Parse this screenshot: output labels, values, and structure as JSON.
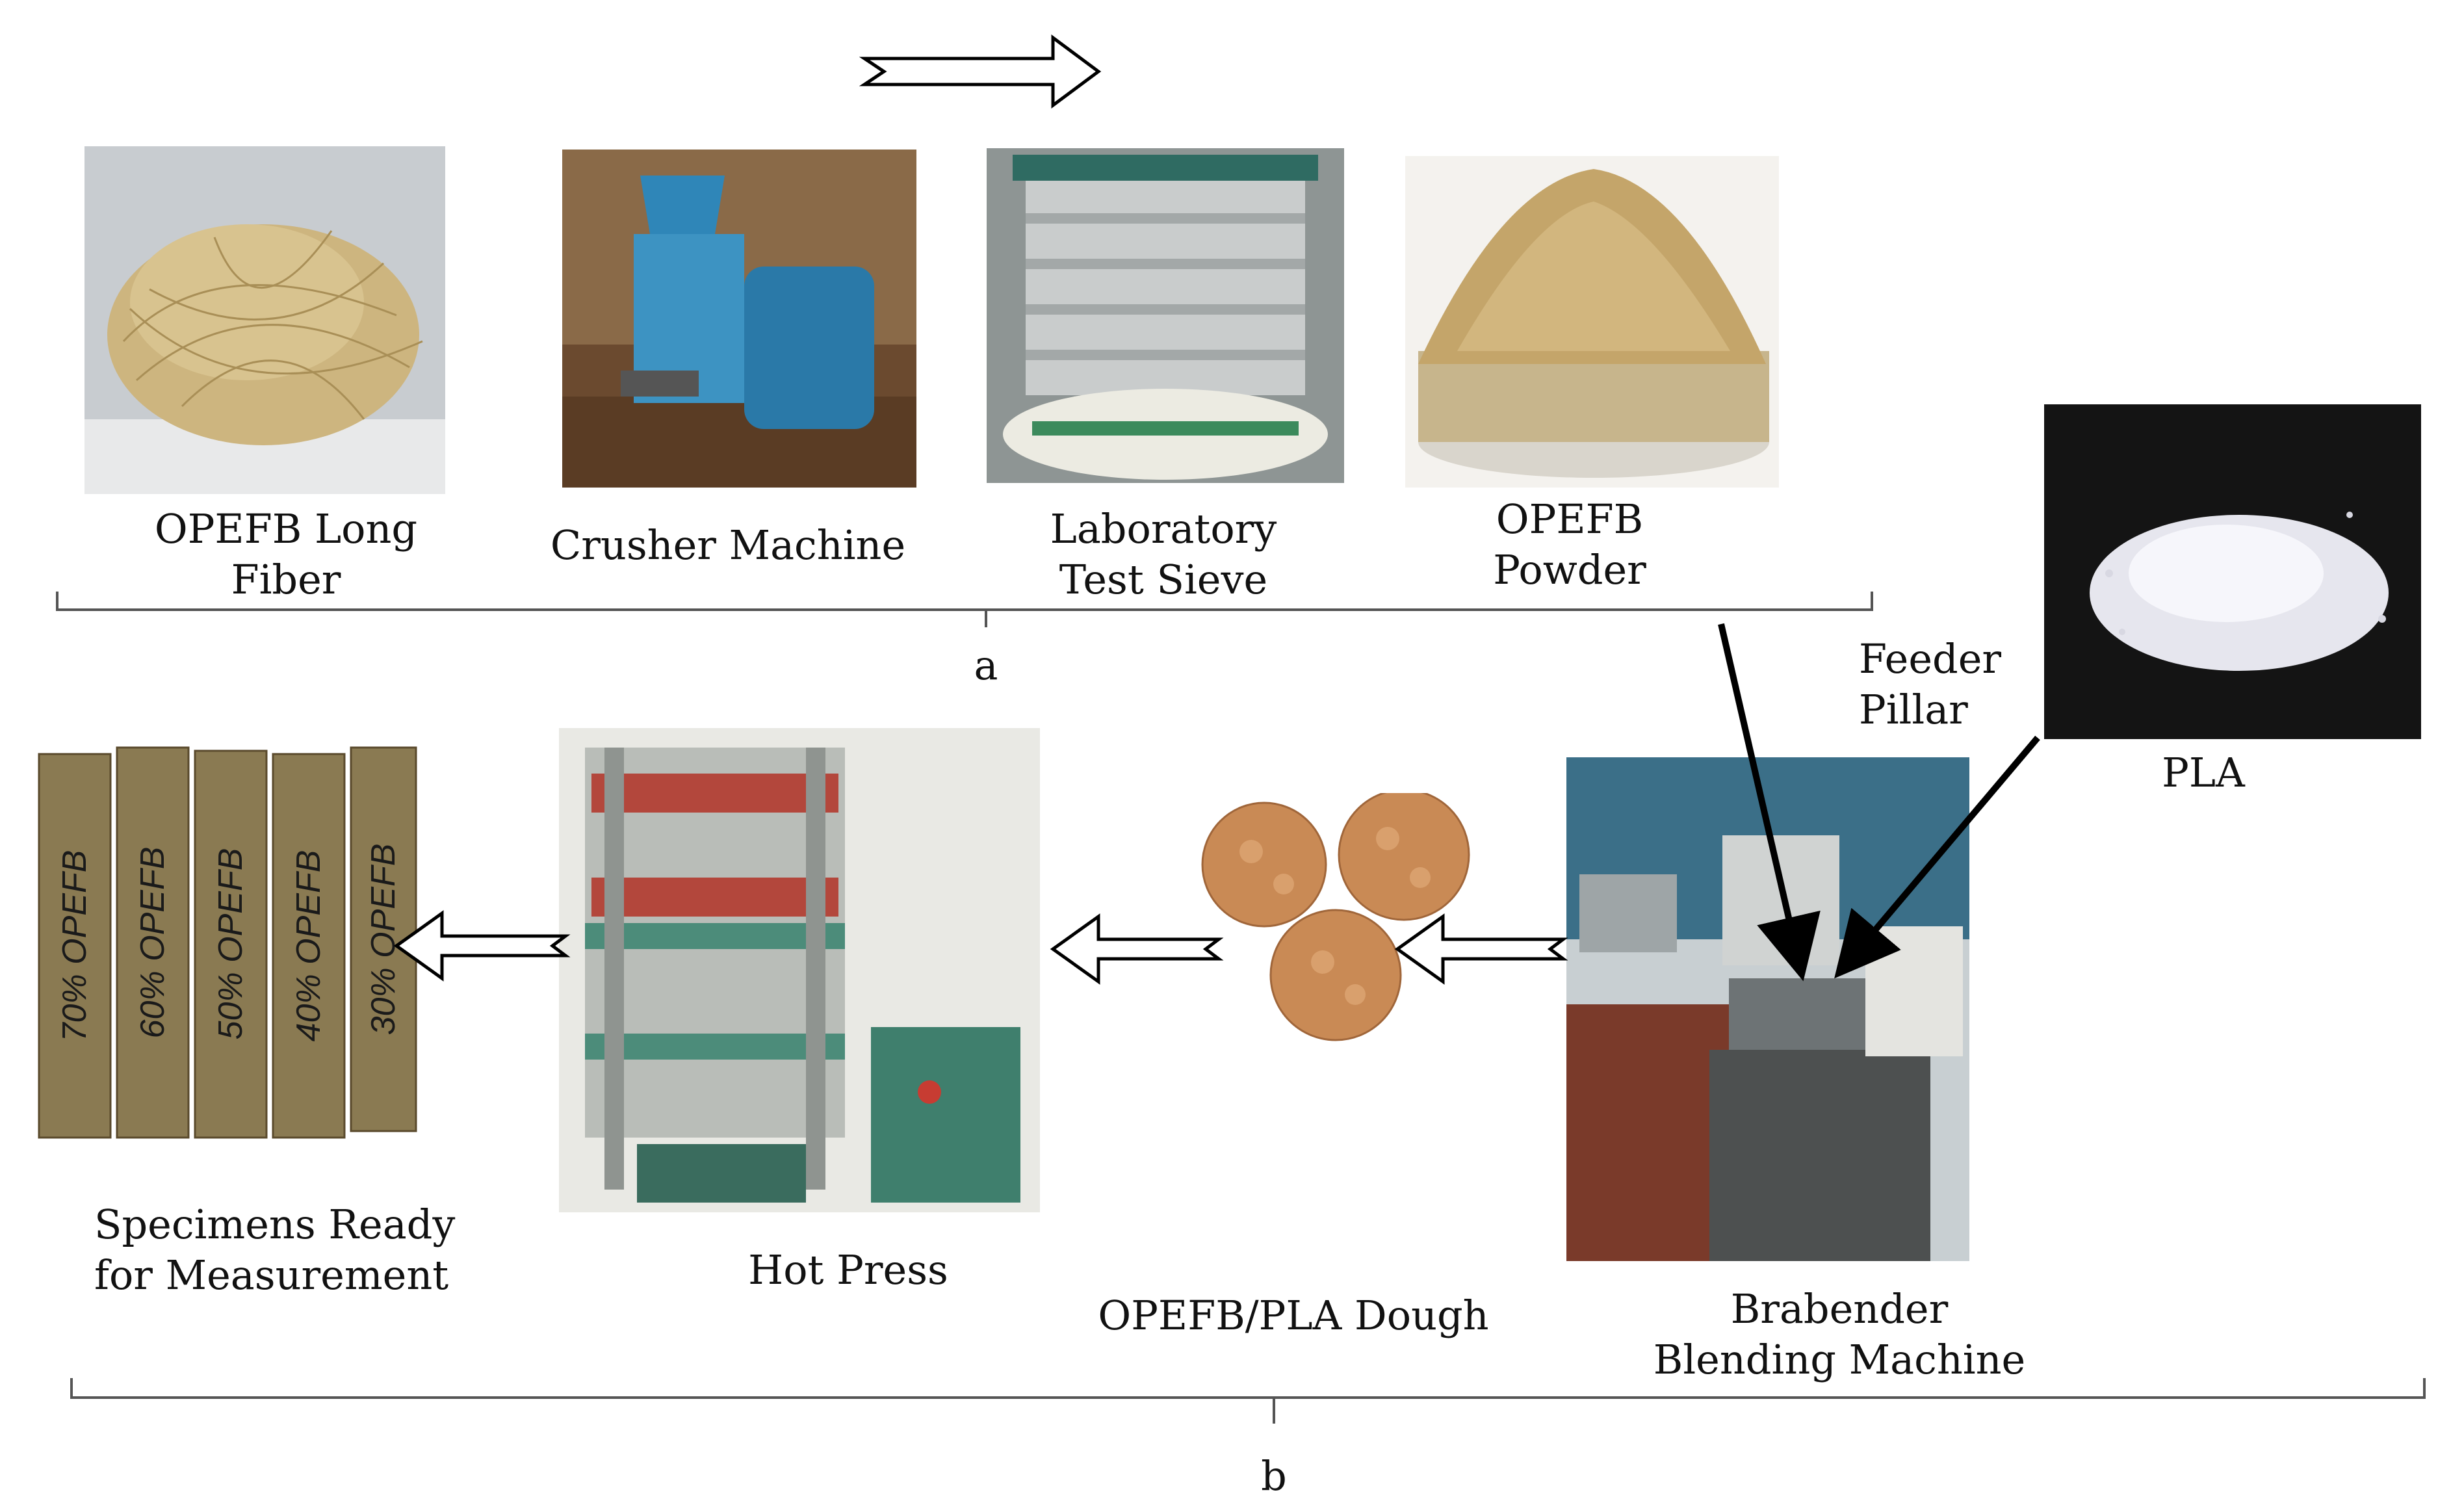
{
  "labels": {
    "opefb_long_fiber": [
      "OPEFB Long",
      "Fiber"
    ],
    "crusher_machine": [
      "Crusher Machine"
    ],
    "lab_test_sieve": [
      "Laboratory",
      "Test Sieve"
    ],
    "opefb_powder": [
      "OPEFB",
      "Powder"
    ],
    "feeder_pillar": [
      "Feeder",
      "Pillar"
    ],
    "pla": [
      "PLA"
    ],
    "specimens": [
      "Specimens Ready",
      "for Measurement"
    ],
    "hot_press": [
      "Hot Press"
    ],
    "dough": [
      "OPEFB/PLA Dough"
    ],
    "brabender": [
      "Brabender",
      "Blending Machine"
    ]
  },
  "sections": {
    "a": "a",
    "b": "b"
  },
  "specimen_marks": [
    "70% OPEFB",
    "60% OPEFB",
    "50% OPEFB",
    "40% OPEFB",
    "30% OPEFB"
  ],
  "colors": {
    "fiber": "#c9b07a",
    "powder": "#c4a56a",
    "machine_blue": "#2f86b8",
    "dough": "#c98a55",
    "press_green": "#4c8c7a"
  }
}
